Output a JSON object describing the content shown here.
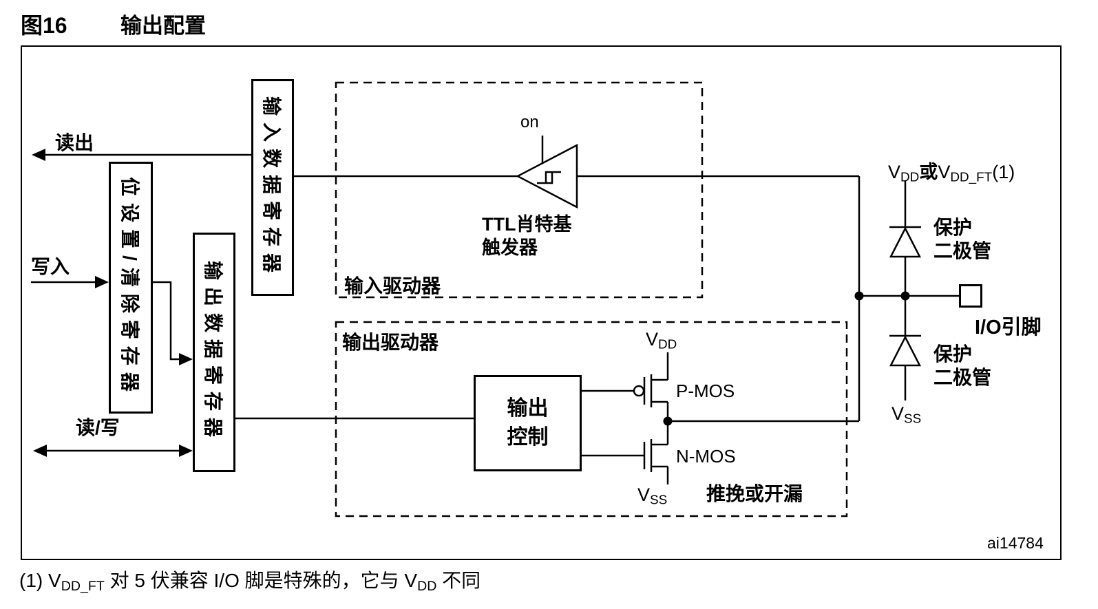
{
  "figure": {
    "number": "图16",
    "title": "输出配置",
    "credit": "ai14784"
  },
  "registers": {
    "bit_set_clear": "位设置/清除寄存器",
    "output_data": "输出数据寄存器",
    "input_data": "输入数据寄存器"
  },
  "bus": {
    "read": "读出",
    "write": "写入",
    "read_write": "读/写"
  },
  "input_driver": {
    "label": "输入驱动器",
    "on": "on",
    "trigger_line1": "TTL肖特基",
    "trigger_line2": "触发器"
  },
  "output_driver": {
    "label": "输出驱动器",
    "control_line1": "输出",
    "control_line2": "控制",
    "pmos": "P-MOS",
    "nmos": "N-MOS",
    "vdd_v": "V",
    "vdd_sub": "DD",
    "vss_v": "V",
    "vss_sub": "SS",
    "mode": "推挽或开漏"
  },
  "rail": {
    "vdd_v1": "V",
    "vdd_sub1": "DD",
    "vdd_or": "或",
    "vdd_v2": "V",
    "vdd_sub2": "DD_FT",
    "vdd_note": "(1)",
    "prot_top_line1": "保护",
    "prot_top_line2": "二极管",
    "prot_bottom_line1": "保护",
    "prot_bottom_line2": "二极管",
    "vss_v": "V",
    "vss_sub": "SS",
    "io_pin": "I/O引脚"
  },
  "footnote": {
    "p1": "(1) V",
    "sub1": "DD_FT",
    "p2": " 对 5 伏兼容 I/O 脚是特殊的，它与 V",
    "sub2": "DD",
    "p3": " 不同"
  },
  "colors": {
    "ink": "#000000",
    "background": "#ffffff"
  }
}
